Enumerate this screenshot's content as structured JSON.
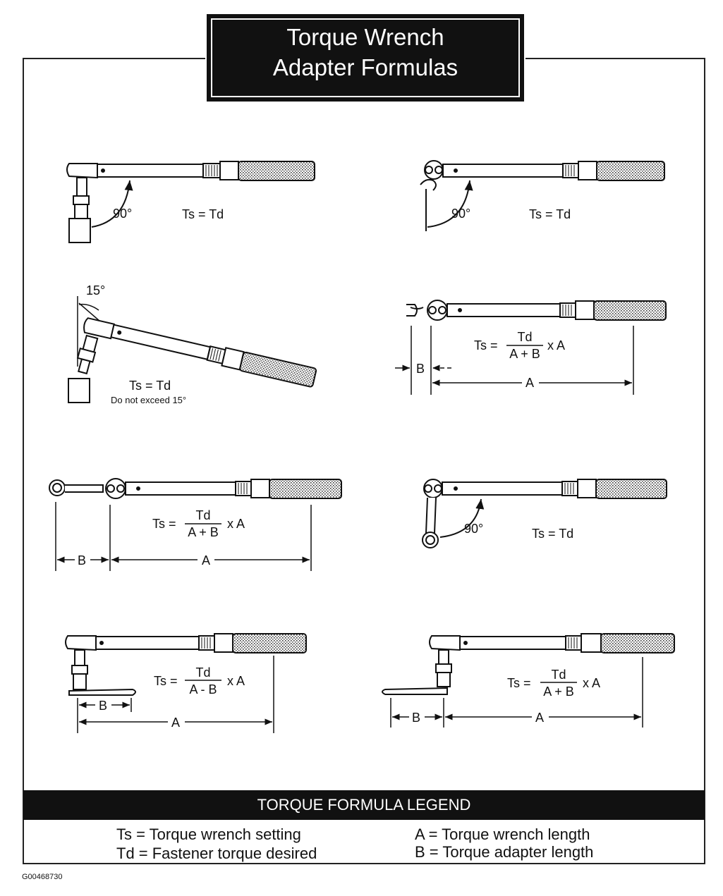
{
  "title": {
    "line1": "Torque Wrench",
    "line2": "Adapter Formulas"
  },
  "diagrams": {
    "d1": {
      "angle": "90°",
      "formula": "Ts = Td"
    },
    "d2": {
      "angle": "90°",
      "formula": "Ts = Td"
    },
    "d3": {
      "angle": "15°",
      "formula": "Ts = Td",
      "note": "Do not exceed 15°"
    },
    "d4": {
      "lhs": "Ts =",
      "num": "Td",
      "den": "A + B",
      "mult": "x A",
      "dim_a": "A",
      "dim_b": "B"
    },
    "d5": {
      "lhs": "Ts =",
      "num": "Td",
      "den": "A + B",
      "mult": "x A",
      "dim_a": "A",
      "dim_b": "B"
    },
    "d6": {
      "angle": "90°",
      "formula": "Ts = Td"
    },
    "d7": {
      "lhs": "Ts =",
      "num": "Td",
      "den": "A - B",
      "mult": "x A",
      "dim_a": "A",
      "dim_b": "B"
    },
    "d8": {
      "lhs": "Ts =",
      "num": "Td",
      "den": "A + B",
      "mult": "x A",
      "dim_a": "A",
      "dim_b": "B"
    }
  },
  "legend": {
    "heading": "TORQUE FORMULA LEGEND",
    "ts": "Ts = Torque wrench setting",
    "td": "Td = Fastener torque desired",
    "a": "A = Torque wrench length",
    "b": "B = Torque adapter length"
  },
  "doc_id": "G00468730"
}
